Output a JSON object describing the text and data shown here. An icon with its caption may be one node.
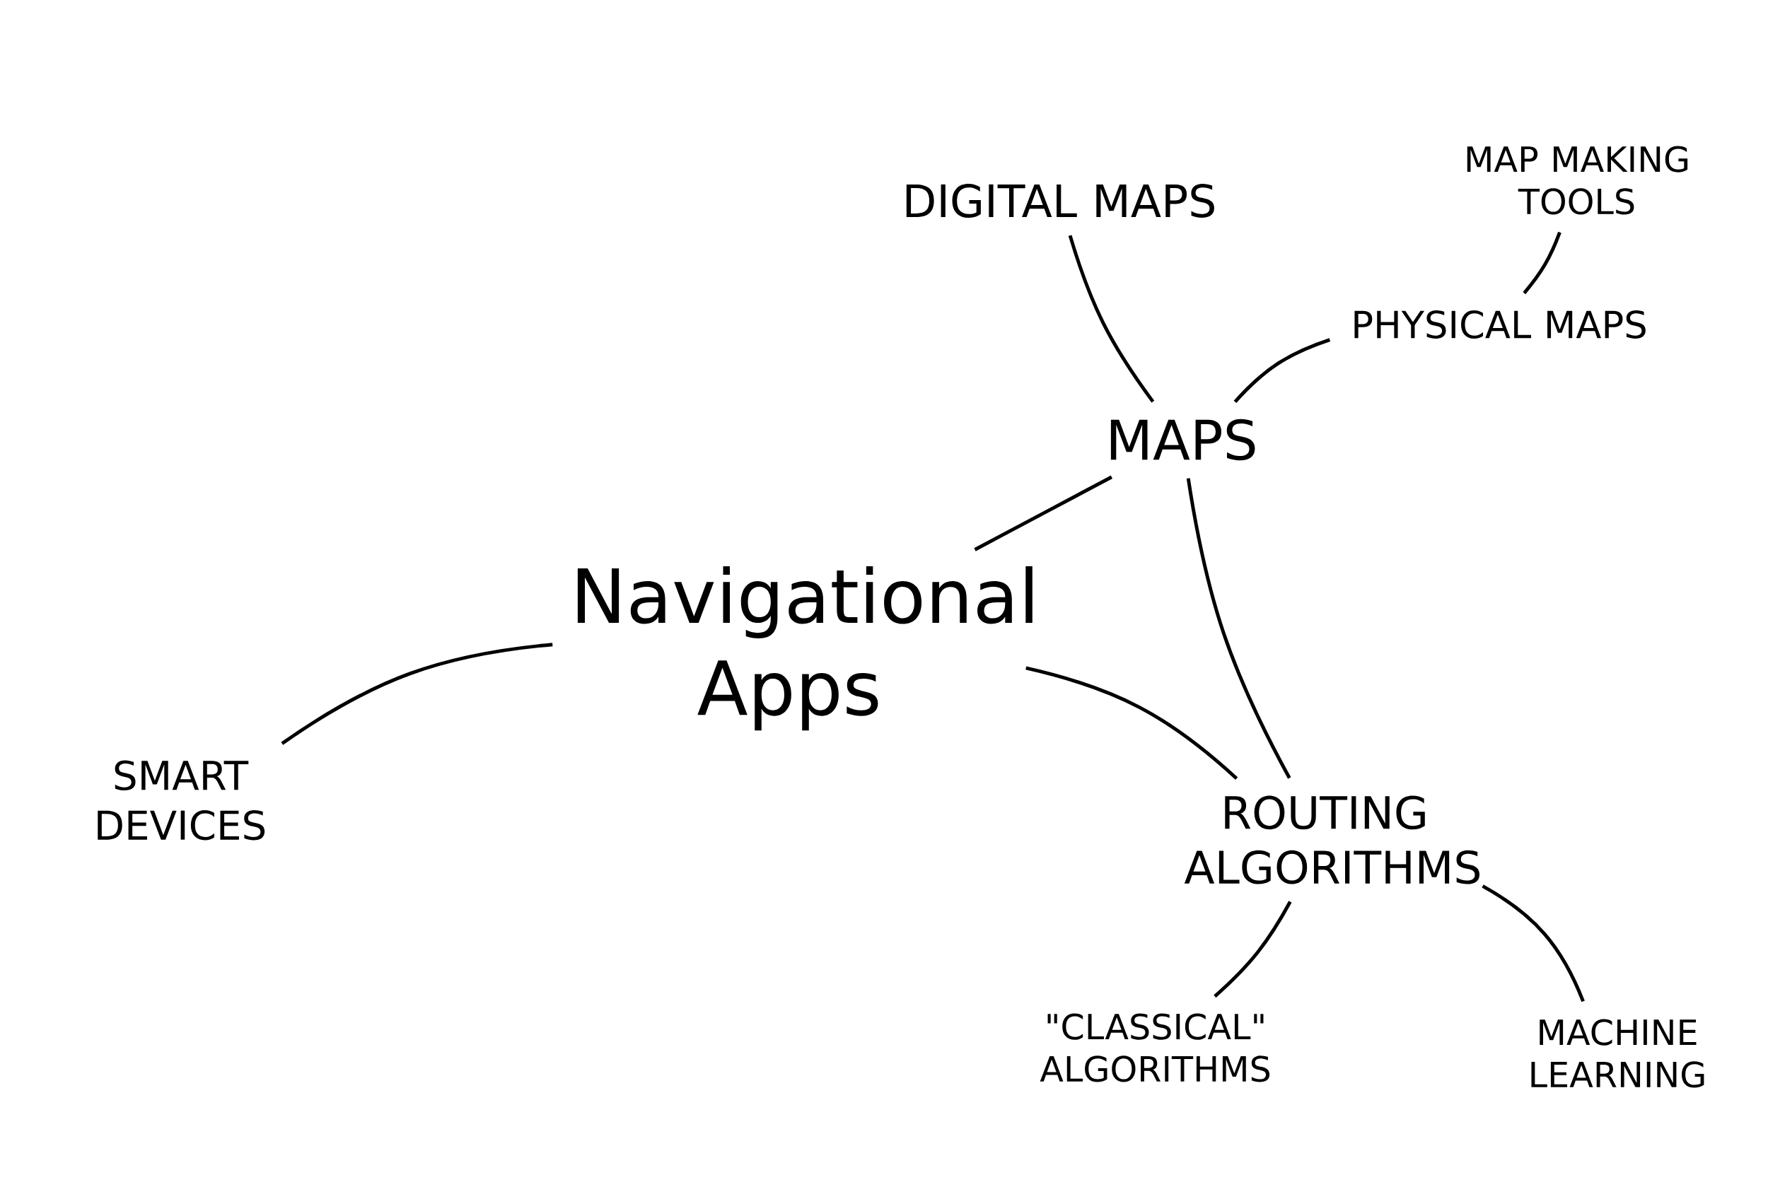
{
  "diagram": {
    "nodes": [
      {
        "text": [
          "Navigational Apps"
        ]
      },
      {
        "text": [
          "MAPS"
        ]
      },
      {
        "text": [
          "DIGITAL MAPS"
        ]
      },
      {
        "text": [
          "PHYSICAL MAPS"
        ]
      },
      {
        "text": [
          "MAP MAKING TOOLS"
        ]
      },
      {
        "text": [
          "ROUTING ALGORITHMS"
        ]
      },
      {
        "text": [
          "\"CLASSICAL\" ALGORITHMS"
        ]
      },
      {
        "text": [
          "MACHINE LEARNING"
        ]
      },
      {
        "text": [
          "SMART DEVICES"
        ]
      }
    ],
    "edges": [
      {
        "from": 0,
        "to": 1,
        "arrow": "none"
      },
      {
        "from": 1,
        "to": 2,
        "arrow": "none"
      },
      {
        "from": 1,
        "to": 3,
        "arrow": "none"
      },
      {
        "from": 3,
        "to": 4,
        "arrow": "none"
      },
      {
        "from": 1,
        "to": 5,
        "arrow": "none"
      },
      {
        "from": 0,
        "to": 5,
        "arrow": "none"
      },
      {
        "from": 5,
        "to": 6,
        "arrow": "none"
      },
      {
        "from": 5,
        "to": 7,
        "arrow": "none"
      },
      {
        "from": 0,
        "to": 8,
        "arrow": "none"
      }
    ]
  }
}
